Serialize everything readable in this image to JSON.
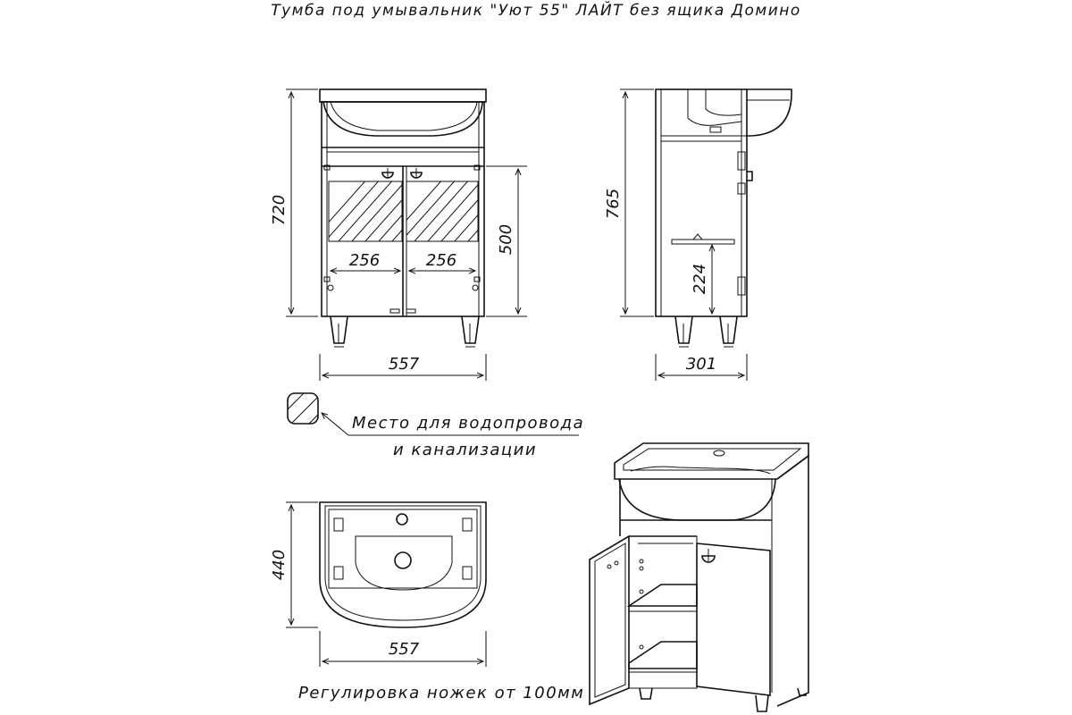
{
  "title": "Тумба под умывальник \"Уют 55\" ЛАЙТ без ящика Домино",
  "front": {
    "height": "720",
    "width": "557",
    "door_left": "256",
    "door_right": "256",
    "door_height": "500"
  },
  "side": {
    "height": "765",
    "depth": "301",
    "shelf_height": "224"
  },
  "top": {
    "depth": "440",
    "width": "557"
  },
  "legend": {
    "line1": "Место для водопровода",
    "line2": "и канализации"
  },
  "note": "Регулировка ножек от 100мм"
}
